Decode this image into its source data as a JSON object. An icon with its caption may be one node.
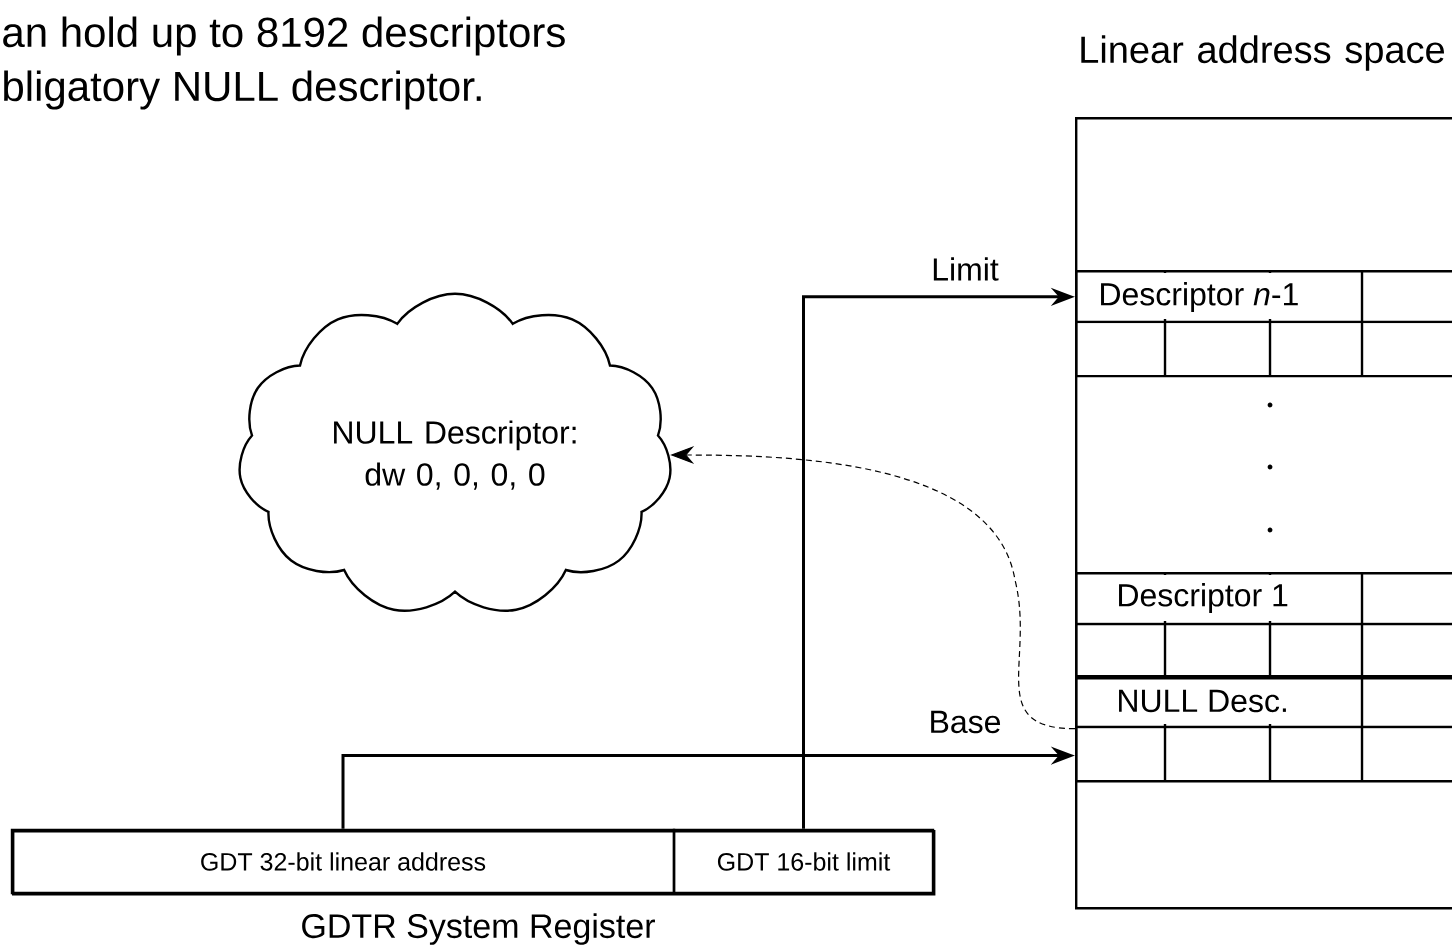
{
  "diagram": {
    "nodes": [
      {
        "text": [
          "Linear address space"
        ]
      },
      {
        "text": [
          "Descriptor *n*-1"
        ],
        "in": 0
      },
      {
        "text": [
          "Descriptor 1"
        ],
        "in": 0
      },
      {
        "text": [
          "NULL Desc."
        ],
        "in": 0
      },
      {
        "text": [
          "NULL Descriptor: dw 0, 0, 0, 0"
        ]
      },
      {
        "text": [
          "GDTR System Register"
        ]
      },
      {
        "text": [
          "GDT 32-bit linear address"
        ],
        "in": 5
      },
      {
        "text": [
          "GDT 16-bit limit"
        ],
        "in": 5
      }
    ],
    "edges": [
      {
        "from": 7,
        "to": 1,
        "arrow": "to",
        "label": "Limit"
      },
      {
        "from": 6,
        "to": 3,
        "arrow": "to",
        "label": "Base"
      },
      {
        "from": 3,
        "to": 4,
        "arrow": "to",
        "style": "dashed"
      }
    ],
    "labels": [
      "an hold up to 8192 descriptors",
      "bligatory NULL descriptor."
    ]
  }
}
